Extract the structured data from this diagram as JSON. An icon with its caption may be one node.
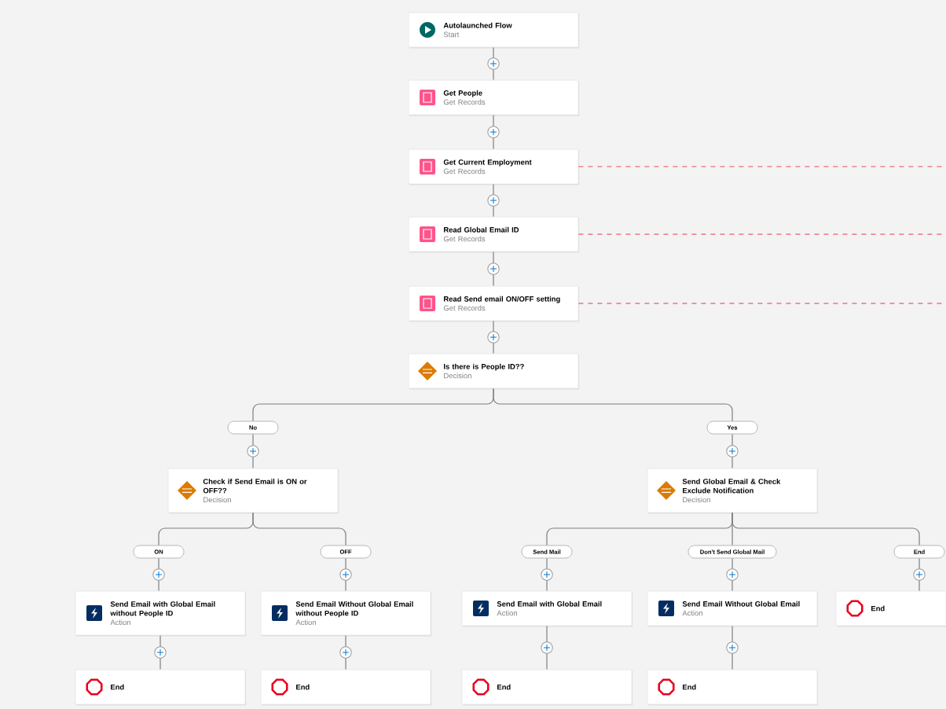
{
  "diagram": {
    "nodes": [
      {
        "text": [
          "Autolaunched Flow",
          "Start"
        ]
      },
      {
        "text": [
          "Get People",
          "Get Records"
        ]
      },
      {
        "text": [
          "Get Current Employment",
          "Get Records"
        ]
      },
      {
        "text": [
          "Read Global Email ID",
          "Get Records"
        ]
      },
      {
        "text": [
          "Read Send email ON/OFF setting",
          "Get Records"
        ]
      },
      {
        "text": [
          "Is there is People ID??",
          "Decision"
        ]
      },
      {
        "text": [
          "No"
        ]
      },
      {
        "text": [
          "Check if Send Email is ON or OFF??",
          "Decision"
        ]
      },
      {
        "text": [
          "ON"
        ]
      },
      {
        "text": [
          "OFF"
        ]
      },
      {
        "text": [
          "Send Email with Global Email without People ID",
          "Action"
        ]
      },
      {
        "text": [
          "Send Email Without Global Email without People ID",
          "Action"
        ]
      },
      {
        "text": [
          "End"
        ]
      },
      {
        "text": [
          "End"
        ]
      },
      {
        "text": [
          "Yes"
        ]
      },
      {
        "text": [
          "Send Global Email & Check Exclude Notification",
          "Decision"
        ]
      },
      {
        "text": [
          "Send Mail"
        ]
      },
      {
        "text": [
          "Don't Send Global Mail"
        ]
      },
      {
        "text": [
          "End"
        ]
      },
      {
        "text": [
          "Send Email with Global Email",
          "Action"
        ]
      },
      {
        "text": [
          "Send Email Without Global Email",
          "Action"
        ]
      },
      {
        "text": [
          "End"
        ]
      },
      {
        "text": [
          "End"
        ]
      },
      {
        "text": [
          "End"
        ]
      }
    ],
    "edges": [
      {
        "from": 0,
        "to": 1,
        "arrow": "none"
      },
      {
        "from": 1,
        "to": 2,
        "arrow": "none"
      },
      {
        "from": 2,
        "to": 3,
        "arrow": "none"
      },
      {
        "from": 3,
        "to": 4,
        "arrow": "none"
      },
      {
        "from": 4,
        "to": 5,
        "arrow": "none"
      },
      {
        "from": 5,
        "to": 6,
        "arrow": "none"
      },
      {
        "from": 6,
        "to": 7,
        "arrow": "none"
      },
      {
        "from": 7,
        "to": 8,
        "arrow": "none"
      },
      {
        "from": 7,
        "to": 9,
        "arrow": "none"
      },
      {
        "from": 8,
        "to": 10,
        "arrow": "none"
      },
      {
        "from": 9,
        "to": 11,
        "arrow": "none"
      },
      {
        "from": 10,
        "to": 12,
        "arrow": "none"
      },
      {
        "from": 11,
        "to": 13,
        "arrow": "none"
      },
      {
        "from": 5,
        "to": 14,
        "arrow": "none"
      },
      {
        "from": 14,
        "to": 15,
        "arrow": "none"
      },
      {
        "from": 15,
        "to": 16,
        "arrow": "none"
      },
      {
        "from": 15,
        "to": 17,
        "arrow": "none"
      },
      {
        "from": 15,
        "to": 18,
        "arrow": "none"
      },
      {
        "from": 16,
        "to": 19,
        "arrow": "none"
      },
      {
        "from": 17,
        "to": 20,
        "arrow": "none"
      },
      {
        "from": 18,
        "to": 21,
        "arrow": "none"
      },
      {
        "from": 19,
        "to": 22,
        "arrow": "none"
      },
      {
        "from": 20,
        "to": 23,
        "arrow": "none"
      },
      {
        "from": 2,
        "to": null,
        "arrow": "none",
        "style": "dashed",
        "color": "#e8344e"
      },
      {
        "from": 3,
        "to": null,
        "arrow": "none",
        "style": "dashed",
        "color": "#e8344e"
      },
      {
        "from": 4,
        "to": null,
        "arrow": "none",
        "style": "dashed",
        "color": "#e8344e"
      }
    ]
  }
}
